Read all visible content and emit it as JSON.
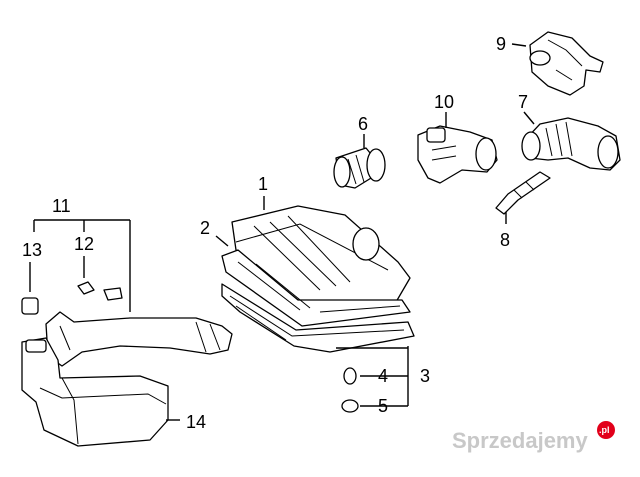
{
  "callouts": {
    "c1": "1",
    "c2": "2",
    "c3": "3",
    "c4": "4",
    "c5": "5",
    "c6": "6",
    "c7": "7",
    "c8": "8",
    "c9": "9",
    "c10": "10",
    "c11": "11",
    "c12": "12",
    "c13": "13",
    "c14": "14"
  },
  "watermark": {
    "text": "Sprzedajemy",
    "badge": ".pl",
    "color": "#c8c8c8",
    "badge_color": "#e2001a"
  }
}
